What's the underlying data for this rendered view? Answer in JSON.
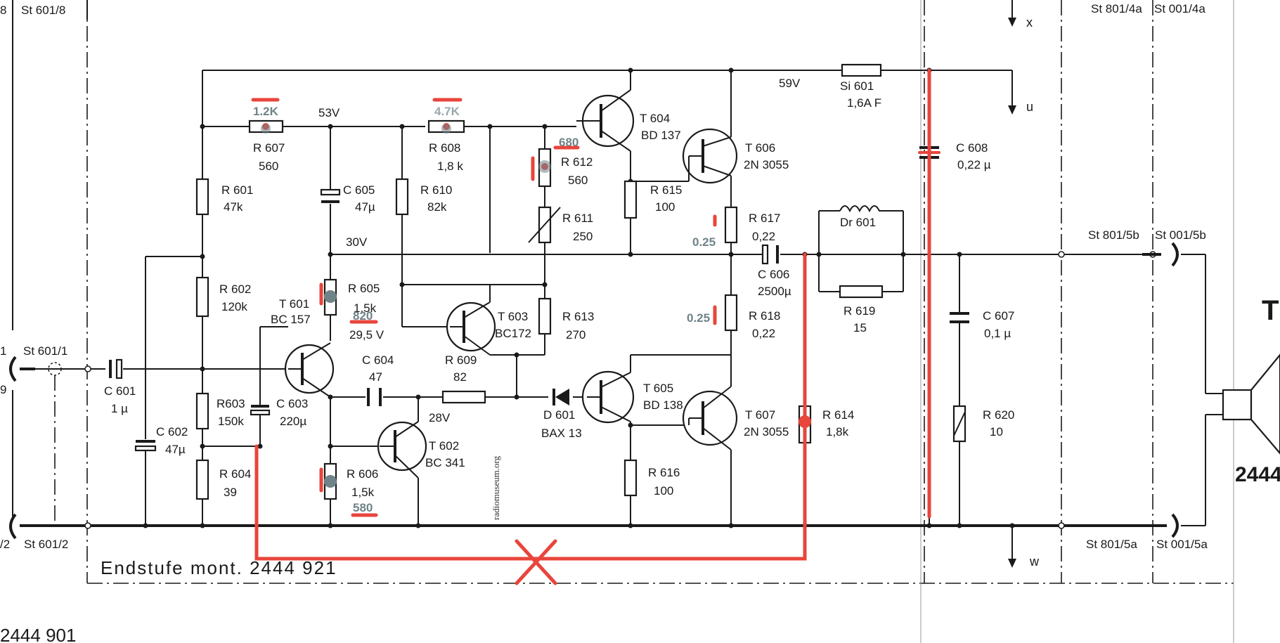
{
  "title_block": {
    "title": "Endstufe  mont.  2444 921",
    "bottom_ref": "2444 901",
    "speaker_ref": "2444",
    "speaker_letter": "T"
  },
  "connectors": {
    "st601_8": "St 601/8",
    "st601_1": "St 601/1",
    "st601_2": "St 601/2",
    "st801_4a": "St 801/4a",
    "st001_4a": "St 001/4a",
    "st801_5b": "St 801/5b",
    "st001_5b": "St 001/5b",
    "st801_5a": "St 801/5a",
    "st001_5a": "St 001/5a",
    "edge_1": "1",
    "edge_9": "9",
    "edge_2": "/2",
    "edge_8": "8"
  },
  "rails": {
    "x": "x",
    "u": "u",
    "w": "w",
    "v59": "59V",
    "v53": "53V",
    "v30": "30V",
    "v28": "28V",
    "v295": "29,5 V"
  },
  "components": {
    "r601": {
      "ref": "R 601",
      "value": "47k"
    },
    "r602": {
      "ref": "R 602",
      "value": "120k"
    },
    "r603": {
      "ref": "R603",
      "value": "150k"
    },
    "r604": {
      "ref": "R 604",
      "value": "39"
    },
    "r605": {
      "ref": "R 605",
      "value": "1,5k"
    },
    "r606": {
      "ref": "R 606",
      "value": "1,5k"
    },
    "r607": {
      "ref": "R 607",
      "value": "560"
    },
    "r608": {
      "ref": "R 608",
      "value": "1,8 k"
    },
    "r609": {
      "ref": "R 609",
      "value": "82"
    },
    "r610": {
      "ref": "R 610",
      "value": "82k"
    },
    "r611": {
      "ref": "R 611",
      "value": "250"
    },
    "r612": {
      "ref": "R 612",
      "value": "560"
    },
    "r613": {
      "ref": "R 613",
      "value": "270"
    },
    "r614": {
      "ref": "R 614",
      "value": "1,8k"
    },
    "r615": {
      "ref": "R 615",
      "value": "100"
    },
    "r616": {
      "ref": "R 616",
      "value": "100"
    },
    "r617": {
      "ref": "R 617",
      "value": "0,22"
    },
    "r618": {
      "ref": "R 618",
      "value": "0,22"
    },
    "r619": {
      "ref": "R 619",
      "value": "15"
    },
    "r620": {
      "ref": "R 620",
      "value": "10"
    },
    "c601": {
      "ref": "C 601",
      "value": "1 µ"
    },
    "c602": {
      "ref": "C 602",
      "value": "47µ"
    },
    "c603": {
      "ref": "C 603",
      "value": "220µ"
    },
    "c604": {
      "ref": "C 604",
      "value": "47"
    },
    "c605": {
      "ref": "C 605",
      "value": "47µ"
    },
    "c606": {
      "ref": "C 606",
      "value": "2500µ"
    },
    "c607": {
      "ref": "C 607",
      "value": "0,1 µ"
    },
    "c608": {
      "ref": "C 608",
      "value": "0,22 µ"
    },
    "t601": {
      "ref": "T 601",
      "type": "BC 157"
    },
    "t602": {
      "ref": "T 602",
      "type": "BC 341"
    },
    "t603": {
      "ref": "T 603",
      "type": "BC172"
    },
    "t604": {
      "ref": "T 604",
      "type": "BD 137"
    },
    "t605": {
      "ref": "T 605",
      "type": "BD 138"
    },
    "t606": {
      "ref": "T 606",
      "type": "2N 3055"
    },
    "t607": {
      "ref": "T 607",
      "type": "2N 3055"
    },
    "d601": {
      "ref": "D 601",
      "type": "BAX 13"
    },
    "dr601": {
      "ref": "Dr 601"
    },
    "si601": {
      "ref": "Si 601",
      "value": "1,6A F"
    }
  },
  "annotations": {
    "r607_new": "1.2K",
    "r608_new": "4.7K",
    "r612_new": "680",
    "r605_new": "820",
    "r606_new": "580",
    "r617_new": "0.25",
    "r618_new": "0.25"
  },
  "watermark": "radiomuseum.org",
  "colors": {
    "ink": "#1a1a1a",
    "mod_red": "#e8453c",
    "note_gray": "#6f8388"
  }
}
